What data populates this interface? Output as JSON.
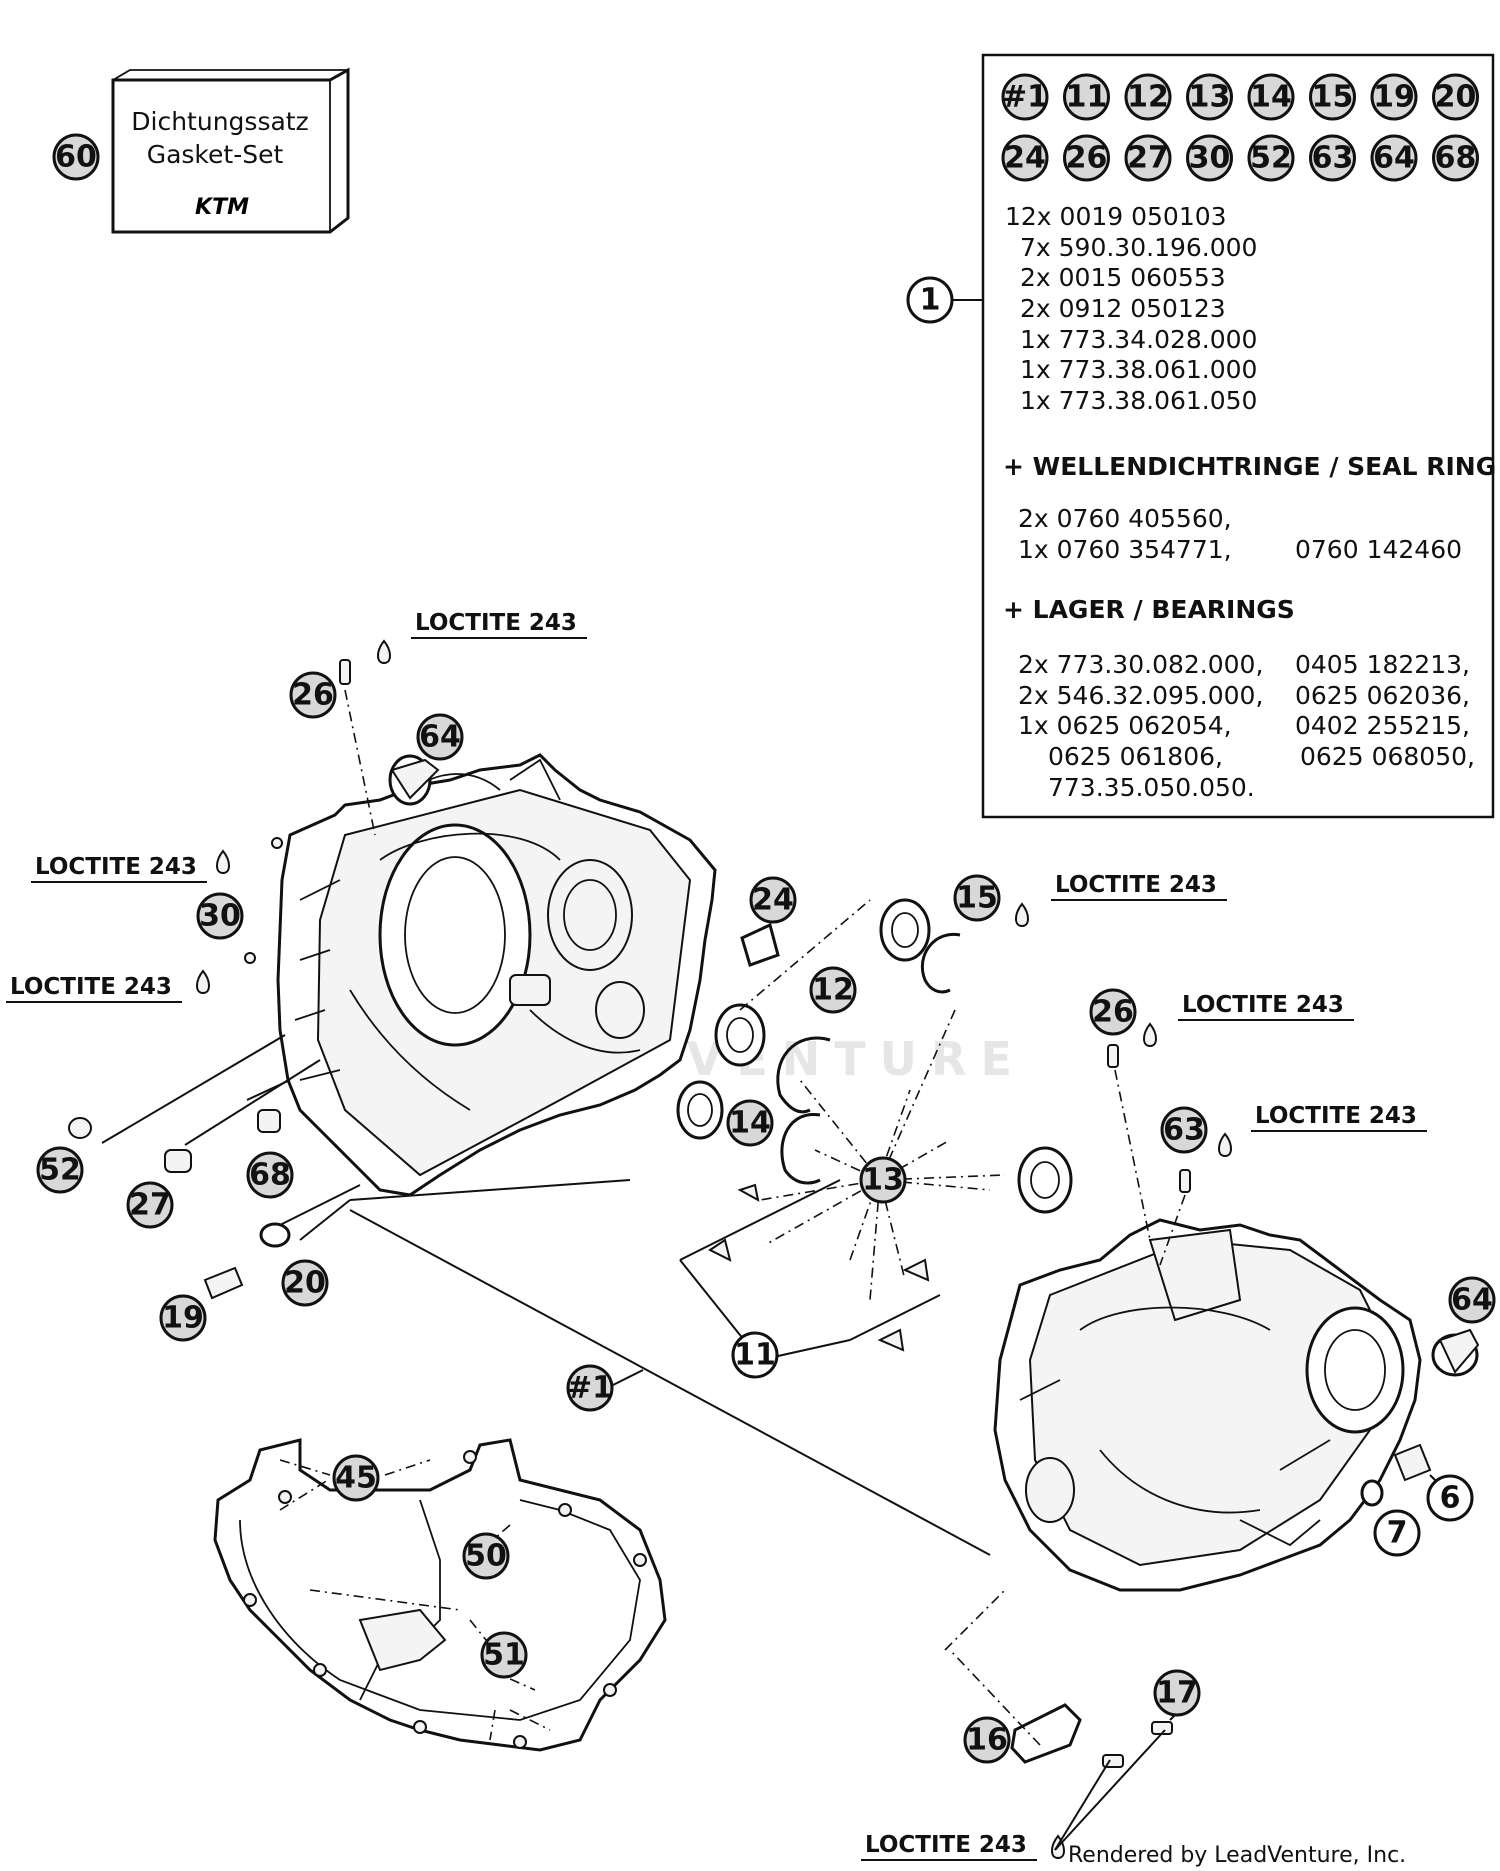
{
  "gasket_box": {
    "ref": "60",
    "line1": "Dichtungssatz",
    "line2": "Gasket-Set",
    "logo": "KTM"
  },
  "kit_box": {
    "ref": "1",
    "badges_row1": [
      "#1",
      "11",
      "12",
      "13",
      "14",
      "15",
      "19",
      "20"
    ],
    "badges_row2": [
      "24",
      "26",
      "27",
      "30",
      "52",
      "63",
      "64",
      "68"
    ],
    "parts": [
      "12x 0019 050103",
      "7x 590.30.196.000",
      "2x 0015 060553",
      "2x 0912 050123",
      "1x 773.34.028.000",
      "1x 773.38.061.000",
      "1x 773.38.061.050"
    ],
    "seal_heading": "+ WELLENDICHTRINGE /  SEAL RING",
    "seal_left": [
      "2x 0760 405560,",
      "1x 0760 354771,"
    ],
    "seal_right": "0760 142460",
    "bearing_heading": "+ LAGER / BEARINGS",
    "bearing_left": [
      "2x 773.30.082.000,",
      "2x 546.32.095.000,",
      "1x 0625 062054,",
      "0625 061806,",
      "773.35.050.050."
    ],
    "bearing_right": [
      "0405 182213,",
      "0625 062036,",
      "0402 255215,",
      "0625 068050,"
    ]
  },
  "loctite_label": "LOCTITE 243",
  "callouts": [
    "26",
    "64",
    "30",
    "24",
    "15",
    "12",
    "14",
    "13",
    "52",
    "27",
    "68",
    "20",
    "19",
    "11",
    "#1",
    "26",
    "63",
    "64",
    "6",
    "7",
    "45",
    "50",
    "51",
    "16",
    "17"
  ],
  "watermark": "ADVENTURE",
  "footer": "Rendered by LeadVenture, Inc."
}
